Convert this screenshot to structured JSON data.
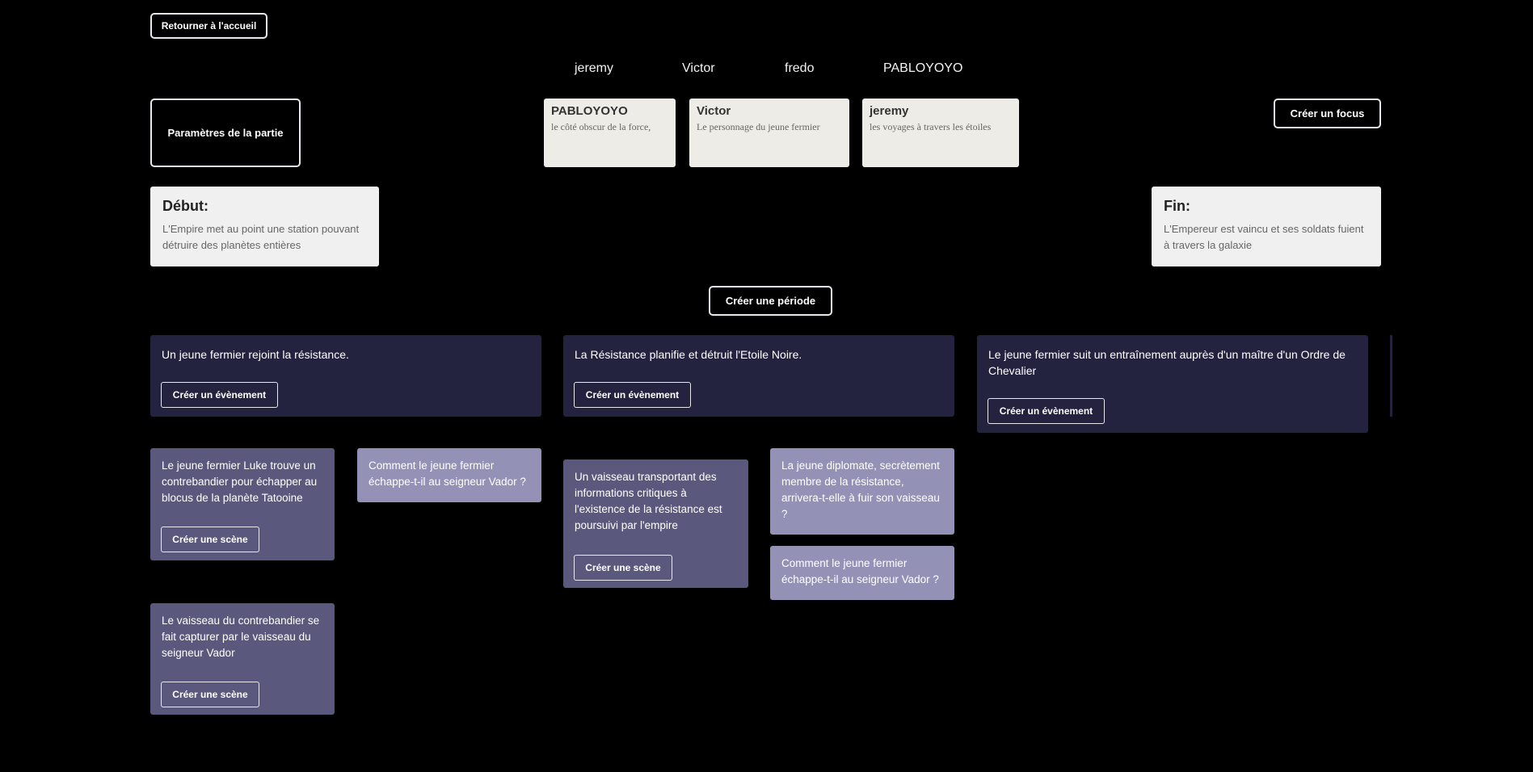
{
  "nav": {
    "back_label": "Retourner à l'accueil"
  },
  "players": [
    "jeremy",
    "Victor",
    "fredo",
    "PABLOYOYO"
  ],
  "settings_label": "Paramètres de la partie",
  "create_focus_label": "Créer un focus",
  "focuses": [
    {
      "name": "PABLOYOYO",
      "desc": "le côté obscur de la force,"
    },
    {
      "name": "Victor",
      "desc": "Le personnage du jeune fermier"
    },
    {
      "name": "jeremy",
      "desc": "les voyages à travers les étoiles"
    }
  ],
  "start": {
    "title": "Début:",
    "text": "L'Empire met au point une station pouvant détruire des planètes entières"
  },
  "end": {
    "title": "Fin:",
    "text": "L'Empereur est vaincu et ses soldats fuient à travers la galaxie"
  },
  "create_period_label": "Créer une période",
  "create_event_label": "Créer un évènement",
  "create_scene_label": "Créer une scène",
  "periods": [
    {
      "text": "Un jeune fermier rejoint la résistance."
    },
    {
      "text": "La Résistance planifie et détruit l'Etoile Noire."
    },
    {
      "text": "Le jeune fermier suit un entraînement auprès d'un maître d'un Ordre de Chevalier"
    }
  ],
  "events": [
    {
      "text": "Le jeune fermier Luke trouve un contrebandier pour échapper au blocus de la planète Tatooine"
    },
    {
      "text": "Le vaisseau du contrebandier se fait capturer par le vaisseau du seigneur Vador"
    },
    {
      "text": "Un vaisseau transportant des informations critiques à l'existence de la résistance est poursuivi par l'empire"
    }
  ],
  "questions": [
    {
      "text": "Comment le jeune fermier échappe-t-il au seigneur Vador ?"
    },
    {
      "text": "La jeune diplomate, secrètement membre de la résistance, arrivera-t-elle à fuir son vaisseau ?"
    },
    {
      "text": "Comment le jeune fermier échappe-t-il au seigneur Vador ?"
    }
  ]
}
